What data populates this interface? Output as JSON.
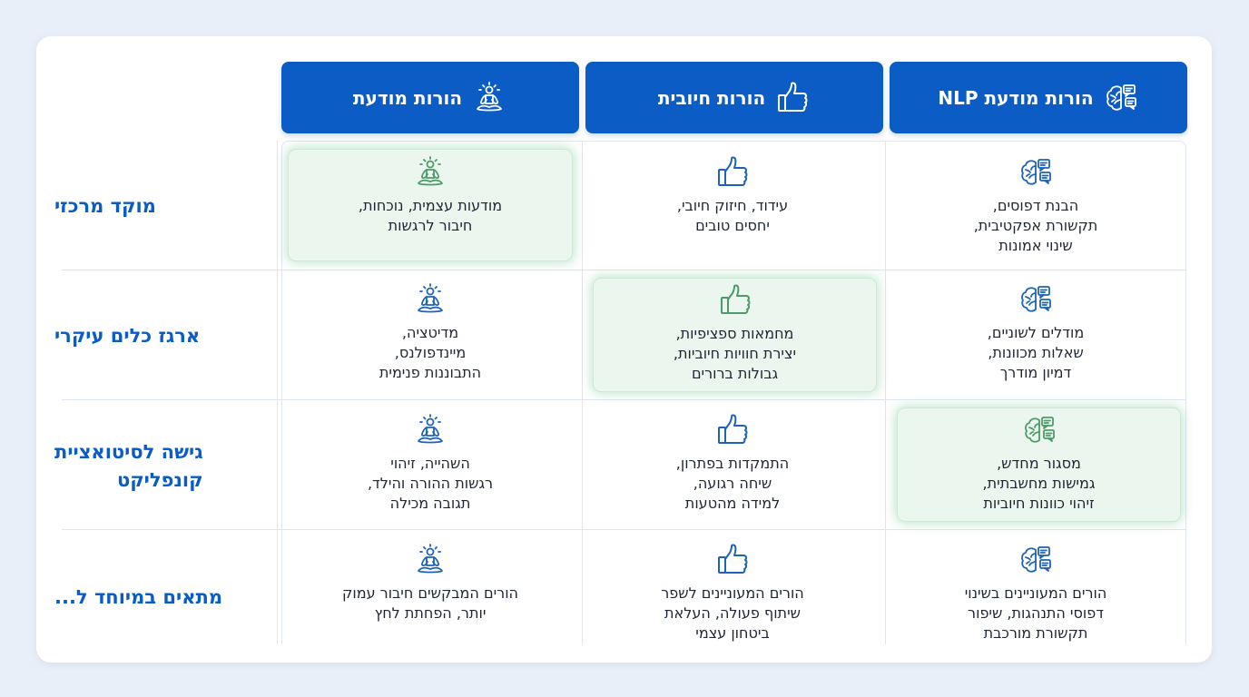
{
  "columns": [
    {
      "title": "הורות מודעת NLP",
      "icon": "brain-chat-icon"
    },
    {
      "title": "הורות חיובית",
      "icon": "thumbs-up-icon"
    },
    {
      "title": "הורות מודעת",
      "icon": "meditation-icon"
    }
  ],
  "rows": [
    {
      "label": "מוקד מרכזי",
      "cells": [
        {
          "text": "הבנת דפוסים,\nתקשורת אפקטיבית,\nשינוי אמונות",
          "icon": "brain-chat-icon"
        },
        {
          "text": "עידוד, חיזוק חיובי,\nיחסים טובים",
          "icon": "thumbs-up-icon"
        },
        {
          "text": "מודעות עצמית, נוכחות,\nחיבור לרגשות",
          "icon": "meditation-icon",
          "highlighted": true
        }
      ]
    },
    {
      "label": "ארגז כלים עיקרי",
      "cells": [
        {
          "text": "מודלים לשוניים,\nשאלות מכוונות,\nדמיון מודרך",
          "icon": "brain-chat-icon"
        },
        {
          "text": "מחמאות ספציפיות,\nיצירת חוויות חיוביות,\nגבולות ברורים",
          "icon": "thumbs-up-icon",
          "highlighted": true
        },
        {
          "text": "מדיטציה,\nמיינדפולנס,\nהתבוננות פנימית",
          "icon": "meditation-icon"
        }
      ]
    },
    {
      "label": "גישה לסיטואציית\nקונפליקט",
      "cells": [
        {
          "text": "מסגור מחדש,\nגמישות מחשבתית,\nזיהוי כוונות חיוביות",
          "icon": "brain-chat-icon",
          "highlighted": true
        },
        {
          "text": "התמקדות בפתרון,\nשיחה רגועה,\nלמידה מהטעות",
          "icon": "thumbs-up-icon"
        },
        {
          "text": "השהייה, זיהוי\nרגשות ההורה והילד,\nתגובה מכילה",
          "icon": "meditation-icon"
        }
      ]
    },
    {
      "label": "מתאים במיוחד ל...",
      "cells": [
        {
          "text": "הורים המעוניינים בשינוי\nדפוסי התנהגות, שיפור\nתקשורת מורכבת",
          "icon": "brain-chat-icon"
        },
        {
          "text": "הורים המעוניינים לשפר\nשיתוף פעולה, העלאת\nביטחון עצמי",
          "icon": "thumbs-up-icon"
        },
        {
          "text": "הורים המבקשים חיבור עמוק\nיותר, הפחתת לחץ",
          "icon": "meditation-icon"
        }
      ]
    }
  ],
  "colors": {
    "header_bg": "#0b5cc4",
    "label_text": "#0b5cc4",
    "icon_blue": "#1f63b8",
    "icon_green": "#4f9a6b",
    "highlight_bg": "#eaf6ee"
  }
}
